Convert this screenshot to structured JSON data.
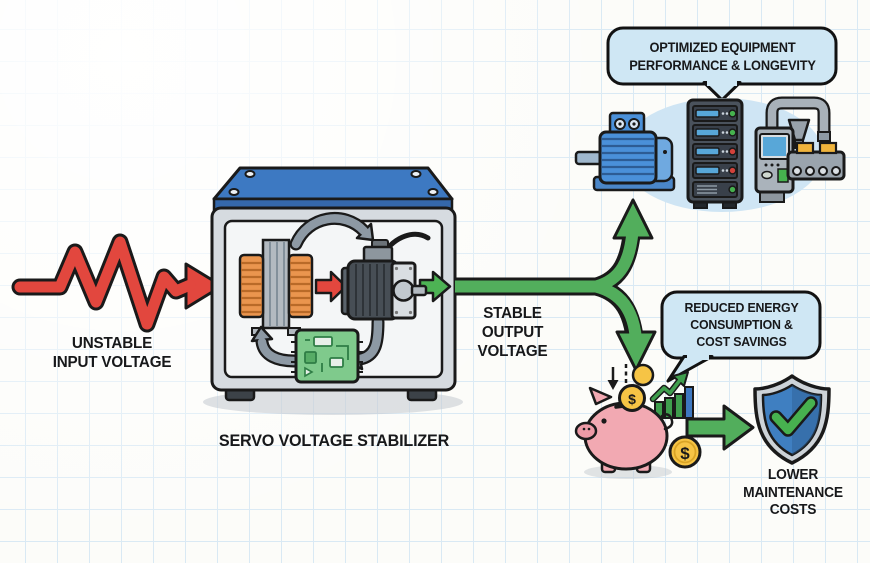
{
  "diagram": {
    "labels": {
      "unstable_input": "UNSTABLE\nINPUT VOLTAGE",
      "stabilizer": "SERVO VOLTAGE STABILIZER",
      "stable_output": "STABLE\nOUTPUT\nVOLTAGE",
      "optimized_equipment": "OPTIMIZED EQUIPMENT\nPERFORMANCE & LONGEVITY",
      "reduced_energy": "REDUCED ENERGY\nCONSUMPTION &\nCOST SAVINGS",
      "lower_maintenance": "LOWER\nMAINTENANCE\nCOSTS"
    },
    "symbols": {
      "dollar": "$"
    },
    "icons": {
      "input": "red-zigzag-arrow-icon",
      "stabilizer_box": "servo-stabilizer-box-icon",
      "coil": "transformer-coil-icon",
      "servo_motor": "servo-motor-icon",
      "control_board": "circuit-board-icon",
      "feedback": "feedback-cycle-arrows-icon",
      "output": "green-fork-arrow-icon",
      "equipment": [
        "electric-motor-icon",
        "server-rack-icon",
        "factory-machine-icon"
      ],
      "savings": [
        "piggy-bank-icon",
        "gold-coin-icon",
        "rising-bar-chart-icon"
      ],
      "protection": "shield-checkmark-icon"
    },
    "colors": {
      "unstable_red": "#e2473e",
      "stable_green": "#52ae5c",
      "lid_blue": "#3d79c2",
      "callout_blue": "#cfe7f4",
      "ellipse_blue": "#cfe5f4",
      "coil_orange": "#ea954e",
      "board_green": "#7fca8c",
      "piggy_pink": "#f2a9b2",
      "coin_gold": "#f6c445",
      "shield_blue": "#3f7fc1",
      "grid_line": "#d9e9f4"
    }
  }
}
